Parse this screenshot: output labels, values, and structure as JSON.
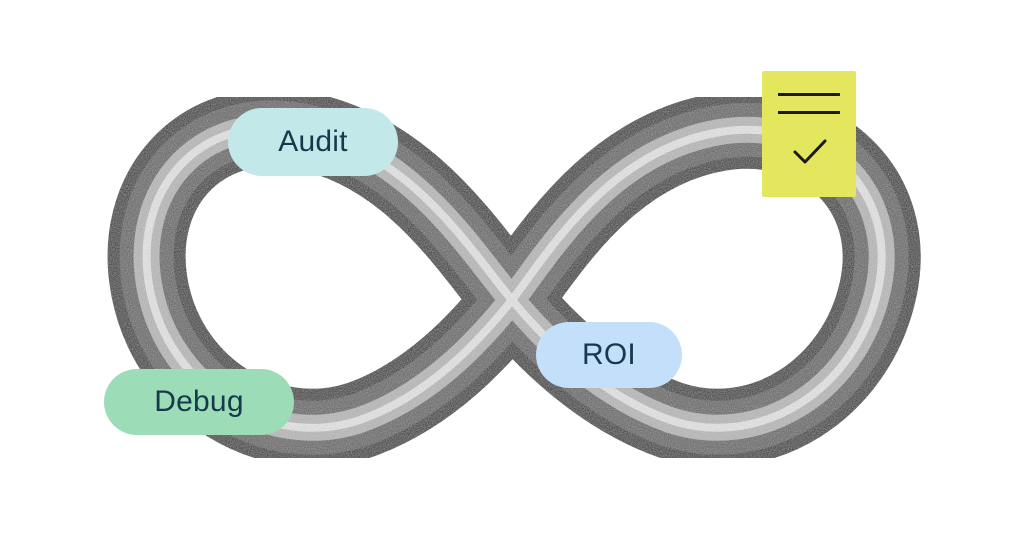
{
  "labels": {
    "audit": "Audit",
    "roi": "ROI",
    "debug": "Debug"
  },
  "colors": {
    "audit_pill": "#c3e8ea",
    "roi_pill": "#c4dffa",
    "debug_pill": "#9cdcb6",
    "checklist_card": "#e4e75e",
    "text": "#163a4d"
  },
  "icons": {
    "loop": "infinity-loop-icon",
    "checklist": "checklist-icon",
    "check": "checkmark-icon"
  }
}
